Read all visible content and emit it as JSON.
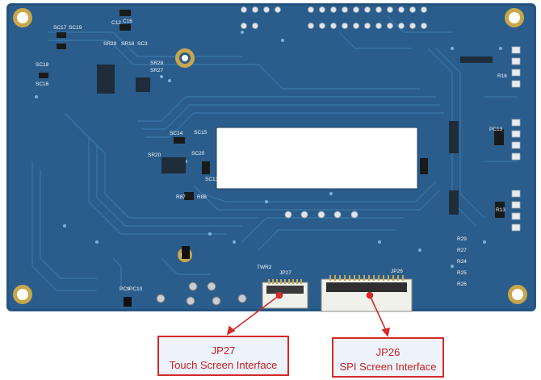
{
  "board": {
    "pcb_color": "#2a5d8c",
    "trace_color": "#3a76a8",
    "silkscreen_color": "#f4f8fb",
    "labels": {
      "jp27": "JP27",
      "jp26": "JP26",
      "twr2": "TWR2",
      "sc17": "SC17",
      "sc19": "SC19",
      "sc18": "SC18",
      "sc16": "SC16",
      "c12": "C12",
      "c16": "C16",
      "sr29": "SR29",
      "sr18": "SR18",
      "sc3": "SC3",
      "sr28": "SR28",
      "sr27": "SR27",
      "sc14": "SC14",
      "sc15": "SC15",
      "sr20": "SR20",
      "sc20": "SC20",
      "sc13": "SC13",
      "pc9": "PC9",
      "pc10": "PC10",
      "pc13": "PC13",
      "r88": "R88",
      "r87": "R87",
      "r16": "R16",
      "r13": "R13",
      "r26": "R26",
      "r25": "R25",
      "r24": "R24",
      "r27": "R27",
      "r29": "R29"
    }
  },
  "callouts": [
    {
      "title": "JP27",
      "subtitle": "Touch Screen Interface"
    },
    {
      "title": "JP26",
      "subtitle": "SPI Screen Interface"
    }
  ]
}
